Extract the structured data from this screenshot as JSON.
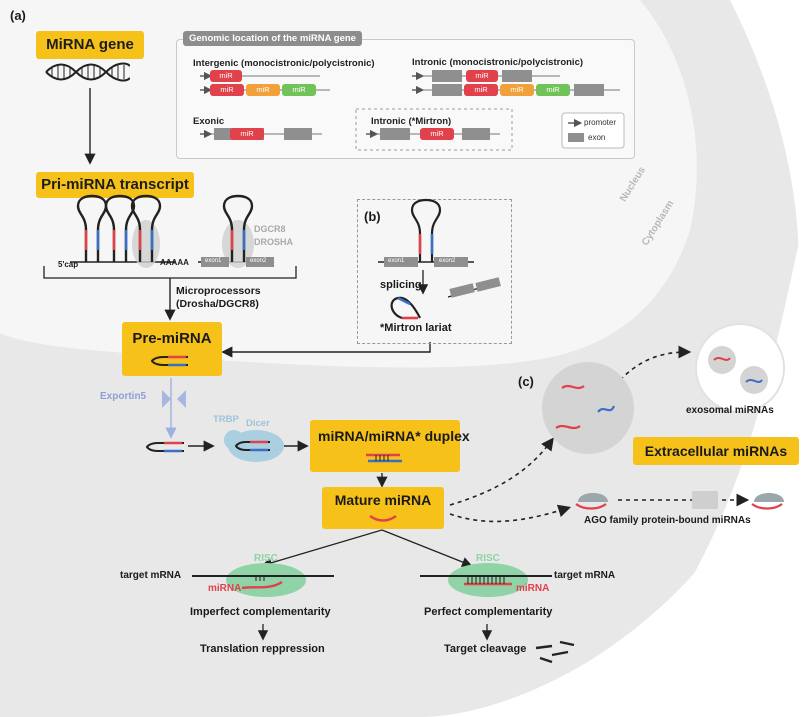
{
  "panels": {
    "a": "(a)",
    "b": "(b)",
    "c": "(c)"
  },
  "boxes": {
    "mirna_gene": "MiRNA gene",
    "pri_mirna": "Pri-miRNA transcript",
    "pre_mirna": "Pre-miRNA",
    "duplex": "miRNA/miRNA* duplex",
    "mature": "Mature miRNA",
    "extracellular": "Extracellular miRNAs"
  },
  "genomic": {
    "title": "Genomic location of the miRNA gene",
    "intergenic": "Intergenic (monocistronic/polycistronic)",
    "intronic": "Intronic (monocistronic/polycistronic)",
    "exonic": "Exonic",
    "mirtron": "Intronic (*Mirtron)",
    "mir": "miR",
    "legend_promoter": "promoter",
    "legend_exon": "exon"
  },
  "pri": {
    "cap": "5'cap",
    "polya": "AAAAA",
    "dgcr8": "DGCR8",
    "drosha": "DROSHA",
    "exon1": "exon1",
    "exon2": "exon2"
  },
  "microprocessors": [
    "Microprocessors",
    "(Drosha/DGCR8)"
  ],
  "mirtron_panel": {
    "splicing": "splicing",
    "lariat": "*Mirtron lariat",
    "exon1": "exon1",
    "exon2": "exon2"
  },
  "compartments": {
    "nucleus": "Nucleus",
    "cytoplasm": "Cytoplasm"
  },
  "export": {
    "exportin": "Exportin5",
    "trbp": "TRBP",
    "dicer": "Dicer"
  },
  "extracellular": {
    "exosomal": "exosomal miRNAs",
    "ago": "AGO family protein-bound miRNAs"
  },
  "risc": {
    "left": {
      "risc": "RISC",
      "target": "target mRNA",
      "mirna": "miRNA",
      "comp": "Imperfect complementarity",
      "outcome": "Translation reppression"
    },
    "right": {
      "risc": "RISC",
      "target": "target mRNA",
      "mirna": "miRNA",
      "comp": "Perfect complementarity",
      "outcome": "Target cleavage"
    }
  },
  "colors": {
    "yellow": "#f6c21a",
    "mir_red": "#e0414a",
    "mir_orange": "#f2a03a",
    "mir_green": "#72c25a",
    "exon_gray": "#8f8f8f",
    "risc_green": "#8fd3a6",
    "exportin": "#a9b6df",
    "dicer": "#a9cfe0",
    "hairpin_red": "#e0414a",
    "hairpin_blue": "#3b6fc4"
  }
}
